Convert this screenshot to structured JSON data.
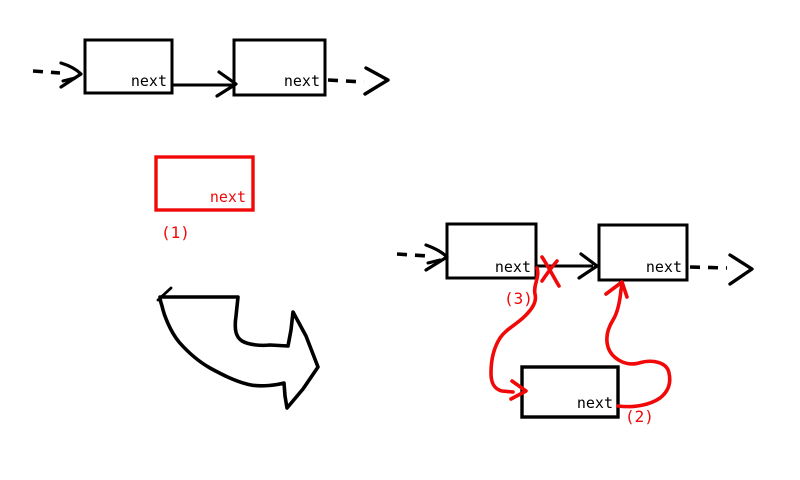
{
  "canvas": {
    "background": "#ffffff"
  },
  "palette": {
    "ink": "#000000",
    "highlight_red": "#f10808"
  },
  "original_list": {
    "node1": {
      "field_label": "next"
    },
    "node2": {
      "field_label": "next"
    }
  },
  "new_node": {
    "field_label": "next",
    "step_label": "(1)"
  },
  "result_list": {
    "node1": {
      "field_label": "next"
    },
    "node2": {
      "field_label": "next"
    },
    "inserted_node": {
      "field_label": "next"
    },
    "severed_link_step_label": "(3)",
    "new_link_step_label": "(2)"
  }
}
